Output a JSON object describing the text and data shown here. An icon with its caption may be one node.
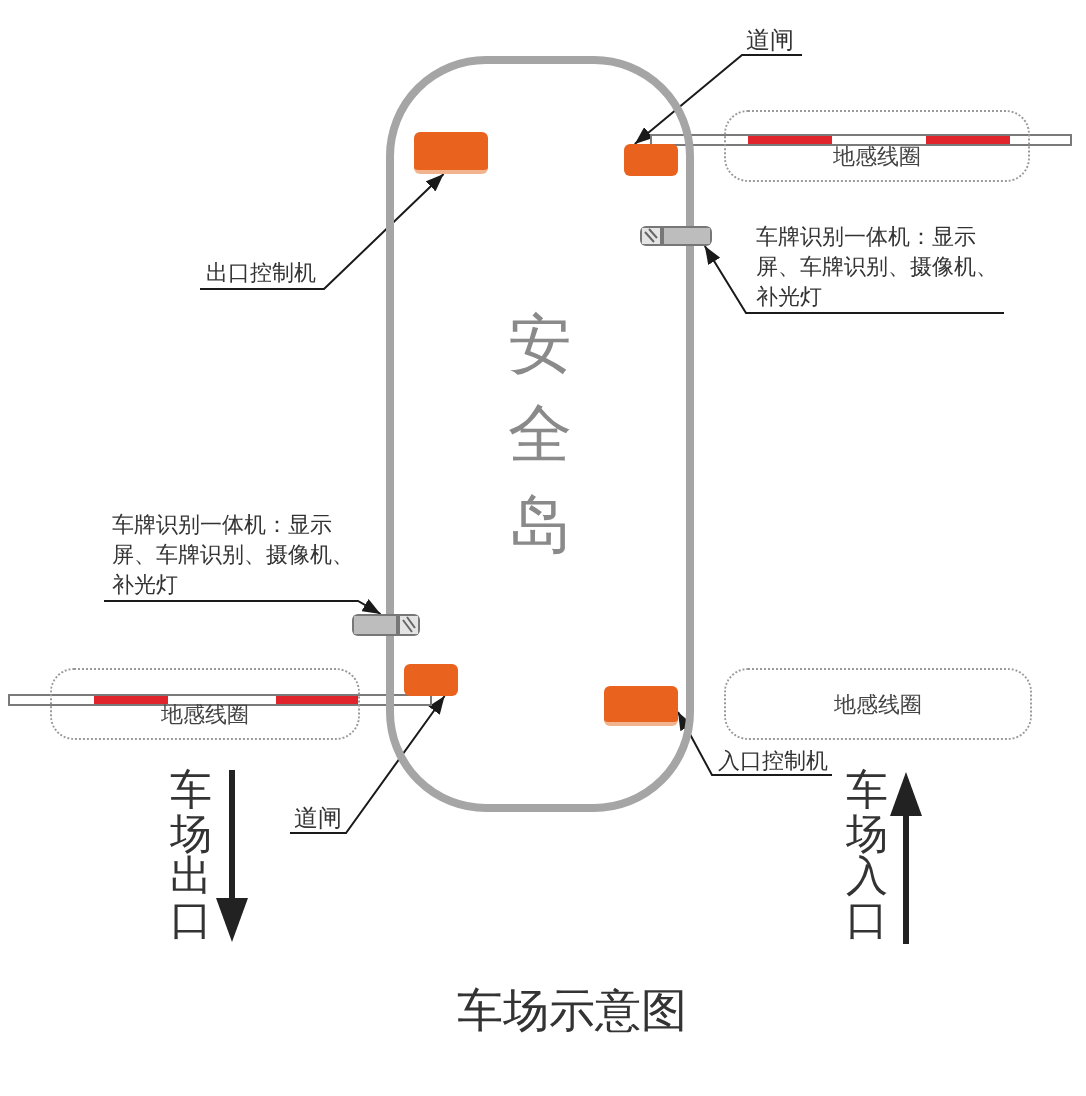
{
  "diagram": {
    "caption": "车场示意图",
    "nodes": [
      {
        "text": [
          "安全岛"
        ]
      },
      {
        "text": [
          "道闸"
        ]
      },
      {
        "text": [],
        "shape": "box",
        "in": 0
      },
      {
        "text": [],
        "shape": "box",
        "in": 0
      },
      {
        "text": [
          "地感线圈"
        ]
      },
      {
        "text": [],
        "shape": "box"
      },
      {
        "text": [
          "出口控制机"
        ]
      },
      {
        "text": [
          "车牌识别一体机：显示屏、车牌识别、摄像机、补光灯"
        ]
      },
      {
        "text": [
          "车牌识别一体机：显示屏、车牌识别、摄像机、补光灯"
        ]
      },
      {
        "text": [],
        "shape": "box"
      },
      {
        "text": [],
        "shape": "box",
        "in": 0
      },
      {
        "text": [
          "地感线圈"
        ]
      },
      {
        "text": [
          "地感线圈"
        ]
      },
      {
        "text": [],
        "shape": "box",
        "in": 0
      },
      {
        "text": [
          "入口控制机"
        ]
      },
      {
        "text": [
          "道闸"
        ]
      }
    ],
    "edges": [
      {
        "from": 1,
        "to": 2,
        "arrow": "to"
      },
      {
        "from": 6,
        "to": 3,
        "arrow": "to"
      },
      {
        "from": 7,
        "to": 5,
        "arrow": "to"
      },
      {
        "from": 8,
        "to": 9,
        "arrow": "to"
      },
      {
        "from": 15,
        "to": 10,
        "arrow": "to"
      },
      {
        "from": 14,
        "to": 13,
        "arrow": "to"
      }
    ],
    "labels": [
      "车场出口",
      "车场入口"
    ]
  }
}
